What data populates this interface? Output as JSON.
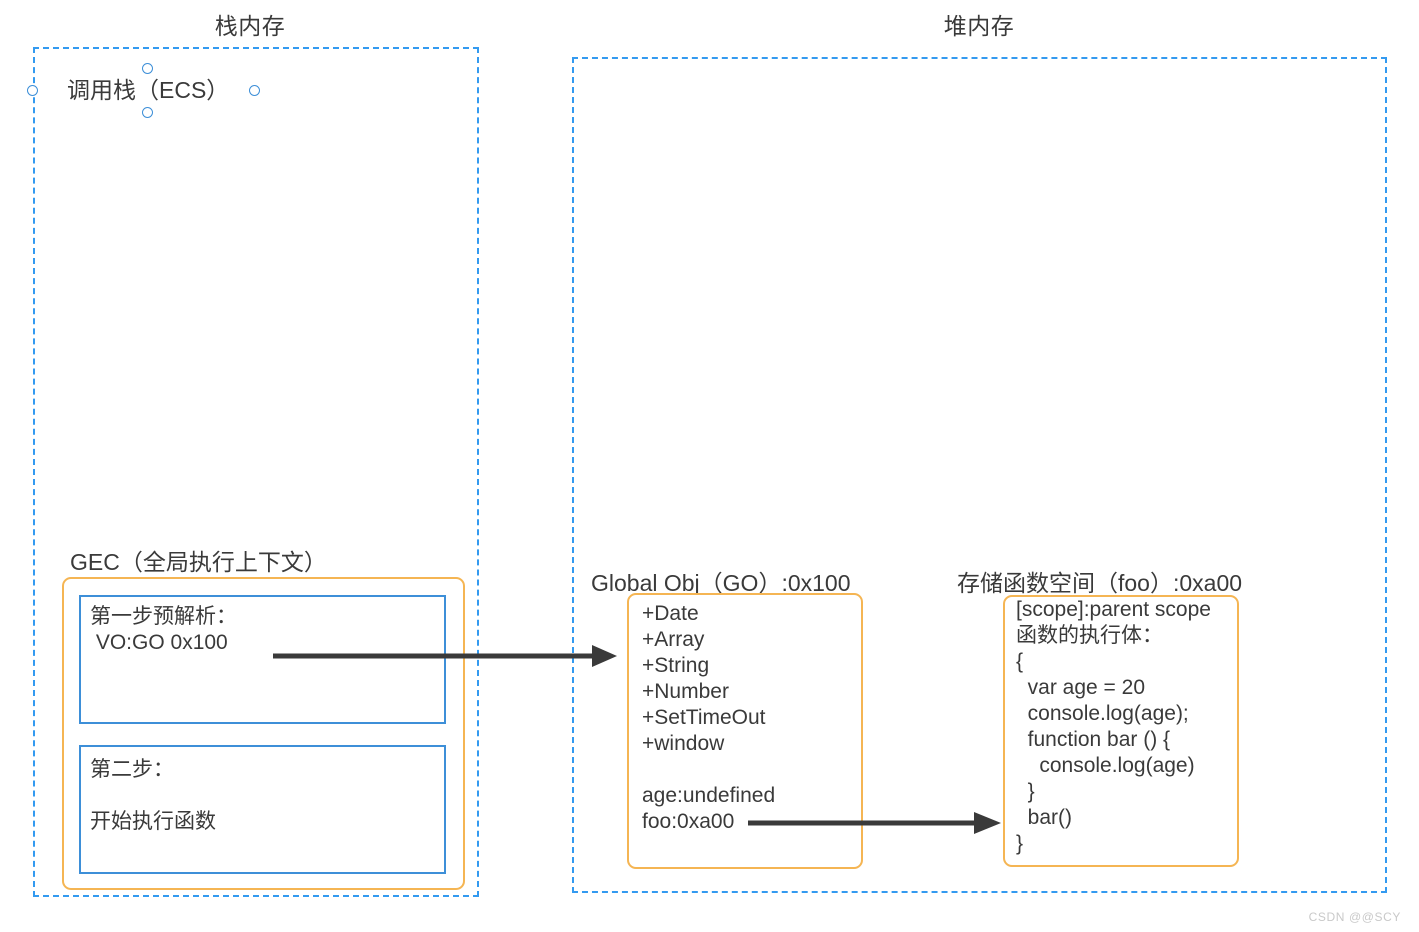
{
  "titles": {
    "stack": "栈内存",
    "heap": "堆内存"
  },
  "stack": {
    "selected_label": "调用栈（ECS）",
    "gec_label": "GEC（全局执行上下文）",
    "step1": "第一步预解析：\n VO:GO 0x100",
    "step2": "第二步：\n\n开始执行函数"
  },
  "heap": {
    "global_obj_label": "Global Obj（GO）:0x100",
    "global_obj_body": "+Date\n+Array\n+String\n+Number\n+SetTimeOut\n+window\n\nage:undefined\nfoo:0xa00",
    "func_space_label": "存储函数空间（foo）:0xa00",
    "func_space_body": "[scope]:parent scope\n函数的执行体：\n{\n  var age = 20\n  console.log(age);\n  function bar () {\n    console.log(age)\n  }\n  bar()\n}"
  },
  "arrows": {
    "vo_to_go": "arrow-vo-to-global-obj",
    "foo_to_func": "arrow-foo-to-function-space"
  },
  "colors": {
    "dashed_border": "#339af0",
    "orange_border": "#f5b553",
    "blue_border": "#3d8fd8",
    "arrow": "#3a3a3a",
    "text": "#3a3a3a",
    "watermark": "#c9c9c9"
  },
  "watermark": "CSDN @@SCY"
}
